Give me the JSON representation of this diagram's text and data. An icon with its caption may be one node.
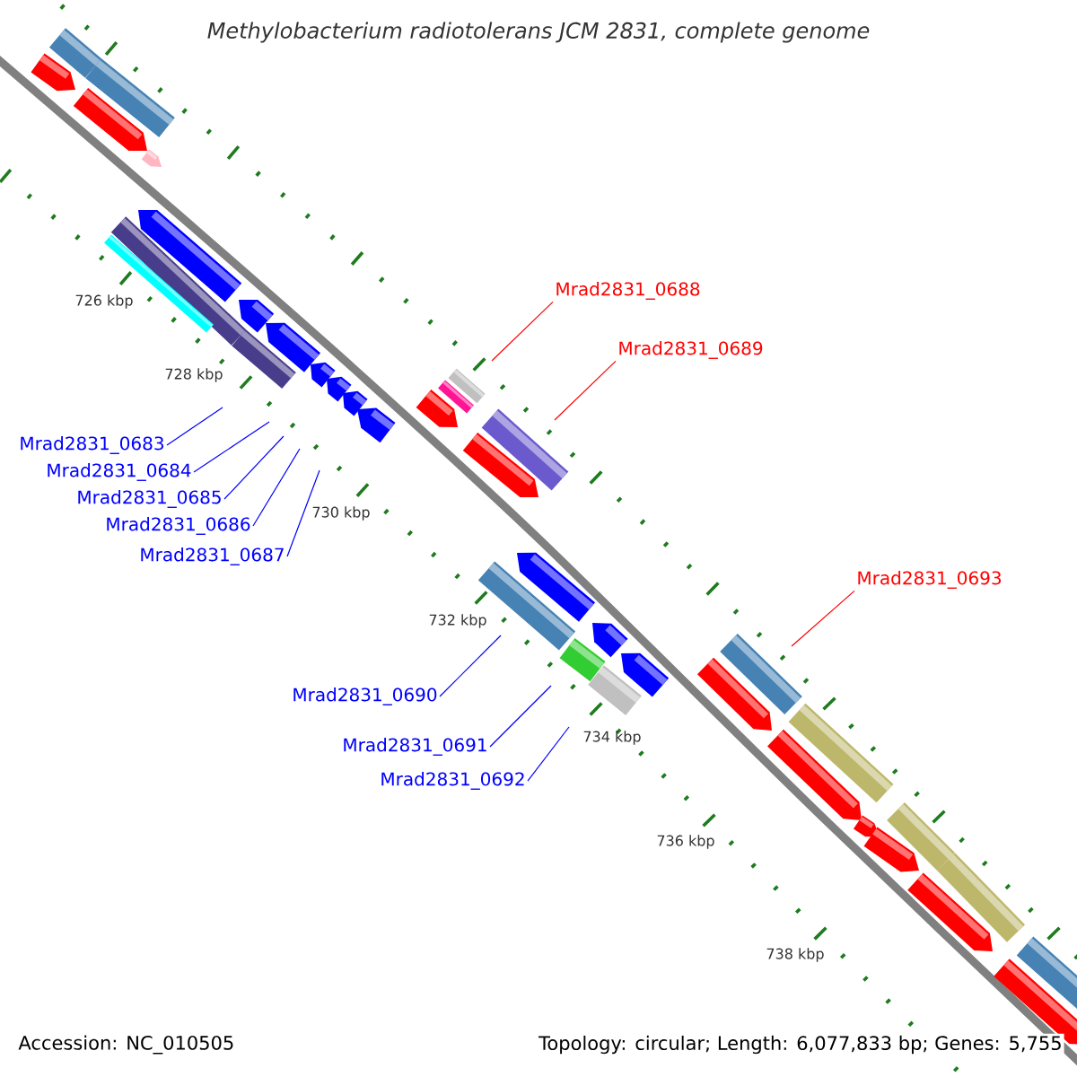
{
  "diagram": {
    "title": "Methylobacterium radiotolerans JCM 2831, complete genome",
    "nodes": [
      {
        "text": [
          "Mrad2831_0688"
        ]
      },
      {
        "text": [
          "Mrad2831_0689"
        ]
      },
      {
        "text": [
          "Mrad2831_0683"
        ]
      },
      {
        "text": [
          "Mrad2831_0684"
        ]
      },
      {
        "text": [
          "Mrad2831_0685"
        ]
      },
      {
        "text": [
          "Mrad2831_0686"
        ]
      },
      {
        "text": [
          "Mrad2831_0687"
        ]
      },
      {
        "text": [
          "Mrad2831_0693"
        ]
      },
      {
        "text": [
          "Mrad2831_0690"
        ]
      },
      {
        "text": [
          "Mrad2831_0691"
        ]
      },
      {
        "text": [
          "Mrad2831_0692"
        ]
      }
    ],
    "edges": [
      {
        "from": 0,
        "to": null,
        "arrow": "none",
        "color": "#ff0000"
      },
      {
        "from": 1,
        "to": null,
        "arrow": "none",
        "color": "#ff0000"
      },
      {
        "from": 2,
        "to": null,
        "arrow": "none"
      },
      {
        "from": 3,
        "to": null,
        "arrow": "none"
      },
      {
        "from": 4,
        "to": null,
        "arrow": "none"
      },
      {
        "from": 5,
        "to": null,
        "arrow": "none"
      },
      {
        "from": 6,
        "to": null,
        "arrow": "none"
      },
      {
        "from": 7,
        "to": null,
        "arrow": "none",
        "color": "#ff0000"
      },
      {
        "from": 8,
        "to": null,
        "arrow": "none"
      },
      {
        "from": 9,
        "to": null,
        "arrow": "none"
      },
      {
        "from": 10,
        "to": null,
        "arrow": "none"
      }
    ],
    "labels": [
      "726 kbp",
      "728 kbp",
      "730 kbp",
      "732 kbp",
      "734 kbp",
      "736 kbp",
      "738 kbp",
      "Accession: NC_010505",
      "Topology: circular; Length: 6,077,833 bp; Genes: 5,755"
    ]
  }
}
